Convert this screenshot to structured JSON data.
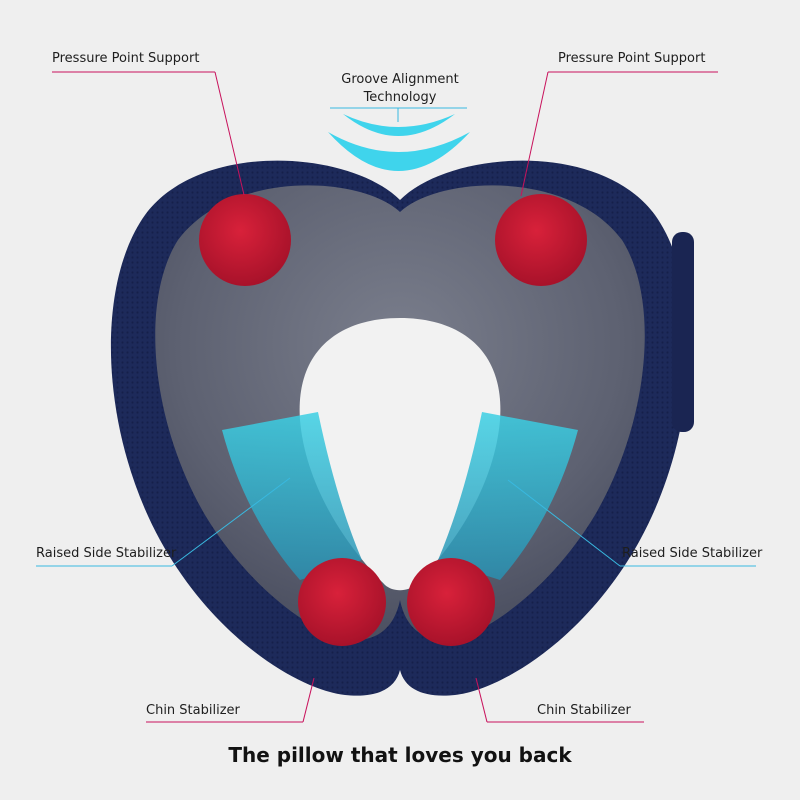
{
  "labels": {
    "pressure_point_left": "Pressure Point Support",
    "pressure_point_right": "Pressure Point Support",
    "groove_line1": "Groove Alignment",
    "groove_line2": "Technology",
    "raised_side_left": "Raised Side Stabilizer",
    "raised_side_right": "Raised Side Stabilizer",
    "chin_left": "Chin Stabilizer",
    "chin_right": "Chin Stabilizer"
  },
  "tagline": "The pillow that loves you back",
  "colors": {
    "background": "#efefef",
    "pillow_outer": "#1d2a5a",
    "pillow_inner": "#6b6f7e",
    "pressure_point": "#c4182e",
    "stabilizer": "#2fb5c8",
    "groove_arc": "#3fd4ec",
    "leader_pink": "#c8125c",
    "leader_blue": "#39b9e0"
  }
}
